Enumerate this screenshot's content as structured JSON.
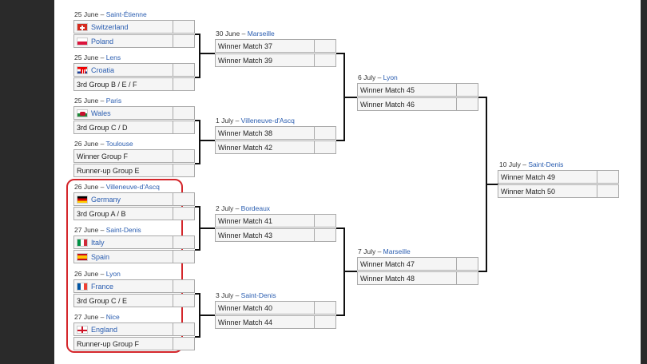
{
  "colors": {
    "highlight": "#d4262b",
    "link": "#2a5db0"
  },
  "round16": [
    {
      "date": "25 June",
      "venue": "Saint-Étienne",
      "teams": [
        {
          "name": "Switzerland",
          "flag": "switzerland-flag"
        },
        {
          "name": "Poland",
          "flag": "poland-flag"
        }
      ]
    },
    {
      "date": "25 June",
      "venue": "Lens",
      "teams": [
        {
          "name": "Croatia",
          "flag": "croatia-flag"
        },
        {
          "name": "3rd Group B / E / F",
          "flag": ""
        }
      ]
    },
    {
      "date": "25 June",
      "venue": "Paris",
      "teams": [
        {
          "name": "Wales",
          "flag": "wales-flag"
        },
        {
          "name": "3rd Group C / D",
          "flag": ""
        }
      ]
    },
    {
      "date": "26 June",
      "venue": "Toulouse",
      "teams": [
        {
          "name": "Winner Group F",
          "flag": ""
        },
        {
          "name": "Runner-up Group E",
          "flag": ""
        }
      ]
    },
    {
      "date": "26 June",
      "venue": "Villeneuve-d'Ascq",
      "teams": [
        {
          "name": "Germany",
          "flag": "germany-flag"
        },
        {
          "name": "3rd Group A / B",
          "flag": ""
        }
      ]
    },
    {
      "date": "27 June",
      "venue": "Saint-Denis",
      "teams": [
        {
          "name": "Italy",
          "flag": "italy-flag"
        },
        {
          "name": "Spain",
          "flag": "spain-flag"
        }
      ]
    },
    {
      "date": "26 June",
      "venue": "Lyon",
      "teams": [
        {
          "name": "France",
          "flag": "france-flag"
        },
        {
          "name": "3rd Group C / E",
          "flag": ""
        }
      ]
    },
    {
      "date": "27 June",
      "venue": "Nice",
      "teams": [
        {
          "name": "England",
          "flag": "england-flag"
        },
        {
          "name": "Runner-up Group F",
          "flag": ""
        }
      ]
    }
  ],
  "quarter": [
    {
      "date": "30 June",
      "venue": "Marseille",
      "teams": [
        "Winner Match 37",
        "Winner Match 39"
      ]
    },
    {
      "date": "1 July",
      "venue": "Villeneuve-d'Ascq",
      "teams": [
        "Winner Match 38",
        "Winner Match 42"
      ]
    },
    {
      "date": "2 July",
      "venue": "Bordeaux",
      "teams": [
        "Winner Match 41",
        "Winner Match 43"
      ]
    },
    {
      "date": "3 July",
      "venue": "Saint-Denis",
      "teams": [
        "Winner Match 40",
        "Winner Match 44"
      ]
    }
  ],
  "semi": [
    {
      "date": "6 July",
      "venue": "Lyon",
      "teams": [
        "Winner Match 45",
        "Winner Match 46"
      ]
    },
    {
      "date": "7 July",
      "venue": "Marseille",
      "teams": [
        "Winner Match 47",
        "Winner Match 48"
      ]
    }
  ],
  "final": [
    {
      "date": "10 July",
      "venue": "Saint-Denis",
      "teams": [
        "Winner Match 49",
        "Winner Match 50"
      ]
    }
  ]
}
